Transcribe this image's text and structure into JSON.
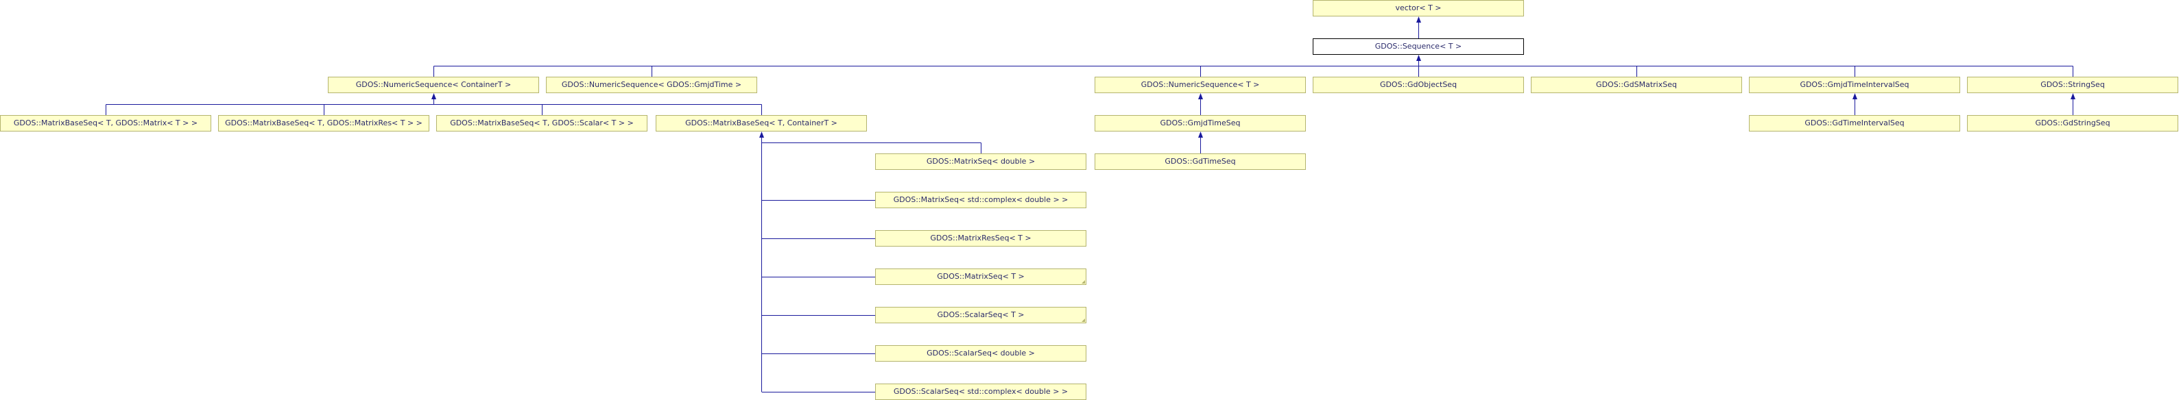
{
  "colors": {
    "edge": "#1a1a9c",
    "node_fill": "#ffffcc",
    "node_border": "#b4b46e",
    "text": "#2b2b6b"
  },
  "nodes": [
    {
      "id": "vector",
      "label": "vector< T >"
    },
    {
      "id": "sequence",
      "label": "GDOS::Sequence< T >",
      "current": true
    },
    {
      "id": "numseq_container",
      "label": "GDOS::NumericSequence< ContainerT >"
    },
    {
      "id": "numseq_gmjd",
      "label": "GDOS::NumericSequence< GDOS::GmjdTime >"
    },
    {
      "id": "numseq_t",
      "label": "GDOS::NumericSequence< T >"
    },
    {
      "id": "gdobjectseq",
      "label": "GDOS::GdObjectSeq"
    },
    {
      "id": "gdsmatrixseq",
      "label": "GDOS::GdSMatrixSeq"
    },
    {
      "id": "gmjdtimeintervalseq",
      "label": "GDOS::GmjdTimeIntervalSeq"
    },
    {
      "id": "stringseq",
      "label": "GDOS::StringSeq"
    },
    {
      "id": "mbs_matrix",
      "label": "GDOS::MatrixBaseSeq< T, GDOS::Matrix< T > >"
    },
    {
      "id": "mbs_matrixres",
      "label": "GDOS::MatrixBaseSeq< T, GDOS::MatrixRes< T > >"
    },
    {
      "id": "mbs_scalar",
      "label": "GDOS::MatrixBaseSeq< T, GDOS::Scalar< T > >"
    },
    {
      "id": "mbs_container",
      "label": "GDOS::MatrixBaseSeq< T, ContainerT >"
    },
    {
      "id": "gmjdtimeseq",
      "label": "GDOS::GmjdTimeSeq"
    },
    {
      "id": "gdtimeintervalseq",
      "label": "GDOS::GdTimeIntervalSeq"
    },
    {
      "id": "gdstringseq",
      "label": "GDOS::GdStringSeq"
    },
    {
      "id": "matrixseq_double",
      "label": "GDOS::MatrixSeq< double >"
    },
    {
      "id": "gdtimeseq",
      "label": "GDOS::GdTimeSeq"
    },
    {
      "id": "matrixseq_complex",
      "label": "GDOS::MatrixSeq< std::complex< double > >"
    },
    {
      "id": "matrixresseq_t",
      "label": "GDOS::MatrixResSeq< T >"
    },
    {
      "id": "matrixseq_t",
      "label": "GDOS::MatrixSeq< T >",
      "truncated": true
    },
    {
      "id": "scalarseq_t",
      "label": "GDOS::ScalarSeq< T >",
      "truncated": true
    },
    {
      "id": "scalarseq_double",
      "label": "GDOS::ScalarSeq< double >"
    },
    {
      "id": "scalarseq_complex",
      "label": "GDOS::ScalarSeq< std::complex< double > >"
    }
  ],
  "edges": [
    {
      "from": "sequence",
      "to": "vector"
    },
    {
      "from": "numseq_container",
      "to": "sequence"
    },
    {
      "from": "numseq_gmjd",
      "to": "sequence"
    },
    {
      "from": "numseq_t",
      "to": "sequence"
    },
    {
      "from": "gdobjectseq",
      "to": "sequence"
    },
    {
      "from": "gdsmatrixseq",
      "to": "sequence"
    },
    {
      "from": "gmjdtimeintervalseq",
      "to": "sequence"
    },
    {
      "from": "stringseq",
      "to": "sequence"
    },
    {
      "from": "mbs_matrix",
      "to": "numseq_container"
    },
    {
      "from": "mbs_matrixres",
      "to": "numseq_container"
    },
    {
      "from": "mbs_scalar",
      "to": "numseq_container"
    },
    {
      "from": "mbs_container",
      "to": "numseq_container"
    },
    {
      "from": "gmjdtimeseq",
      "to": "numseq_t"
    },
    {
      "from": "gdtimeseq",
      "to": "gmjdtimeseq"
    },
    {
      "from": "gdtimeintervalseq",
      "to": "gmjdtimeintervalseq"
    },
    {
      "from": "gdstringseq",
      "to": "stringseq"
    },
    {
      "from": "matrixseq_double",
      "to": "mbs_container"
    },
    {
      "from": "matrixseq_complex",
      "to": "mbs_container"
    },
    {
      "from": "matrixresseq_t",
      "to": "mbs_container"
    },
    {
      "from": "matrixseq_t",
      "to": "mbs_container"
    },
    {
      "from": "scalarseq_t",
      "to": "mbs_container"
    },
    {
      "from": "scalarseq_double",
      "to": "mbs_container"
    },
    {
      "from": "scalarseq_complex",
      "to": "mbs_container"
    }
  ]
}
